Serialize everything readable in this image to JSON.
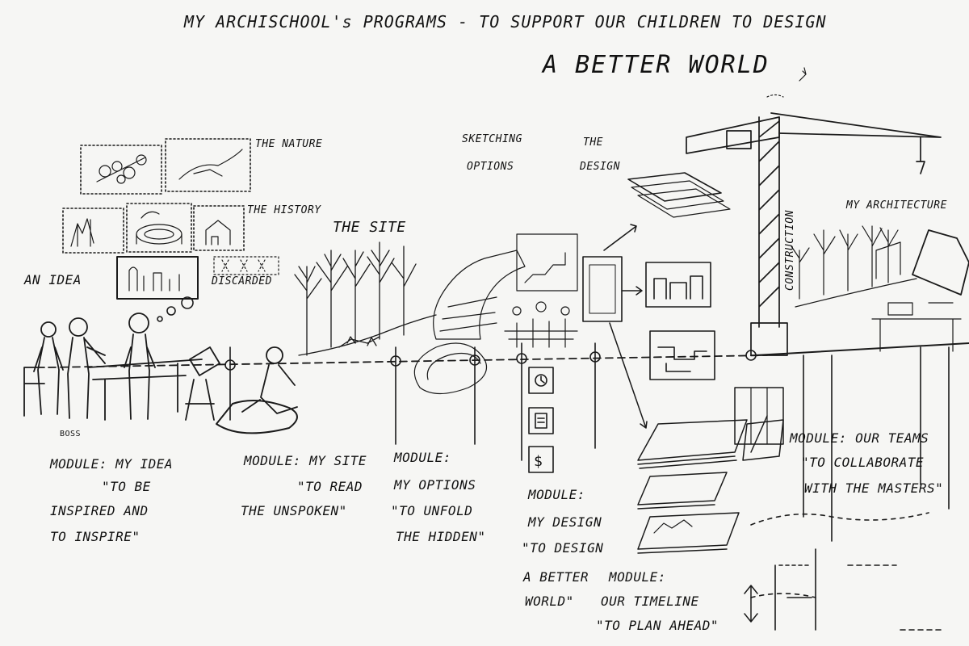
{
  "title": {
    "line1": "MY ARCHISCHOOL's PROGRAMS - TO SUPPORT OUR CHILDREN TO DESIGN",
    "line2": "A BETTER WORLD"
  },
  "labels": {
    "the_nature": "THE NATURE",
    "the_history": "THE HISTORY",
    "an_idea": "AN IDEA",
    "discarded": "DISCARDED",
    "the_site": "THE SITE",
    "sketching": "SKETCHING",
    "options": "OPTIONS",
    "the": "THE",
    "design": "DESIGN",
    "construction": "CONSTRUCTION",
    "my_architecture": "MY ARCHITECTURE",
    "boss": "BOSS"
  },
  "modules": {
    "idea": [
      "MODULE: MY IDEA",
      "\"TO BE",
      "INSPIRED AND",
      "TO INSPIRE\""
    ],
    "site": [
      "MODULE: MY SITE",
      "\"TO READ",
      "THE UNSPOKEN\""
    ],
    "options": [
      "MODULE:",
      "MY OPTIONS",
      "\"TO UNFOLD",
      "THE HIDDEN\""
    ],
    "design": [
      "MODULE:",
      "MY DESIGN",
      "\"TO DESIGN",
      "A BETTER",
      "WORLD\""
    ],
    "timeline": [
      "MODULE:",
      "OUR TIMELINE",
      "\"TO PLAN AHEAD\""
    ],
    "teams": [
      "MODULE: OUR TEAMS",
      "\"TO COLLABORATE",
      "WITH THE MASTERS\""
    ]
  },
  "icons": {
    "clock": "clock-icon",
    "document": "document-icon",
    "dollar": "$"
  }
}
